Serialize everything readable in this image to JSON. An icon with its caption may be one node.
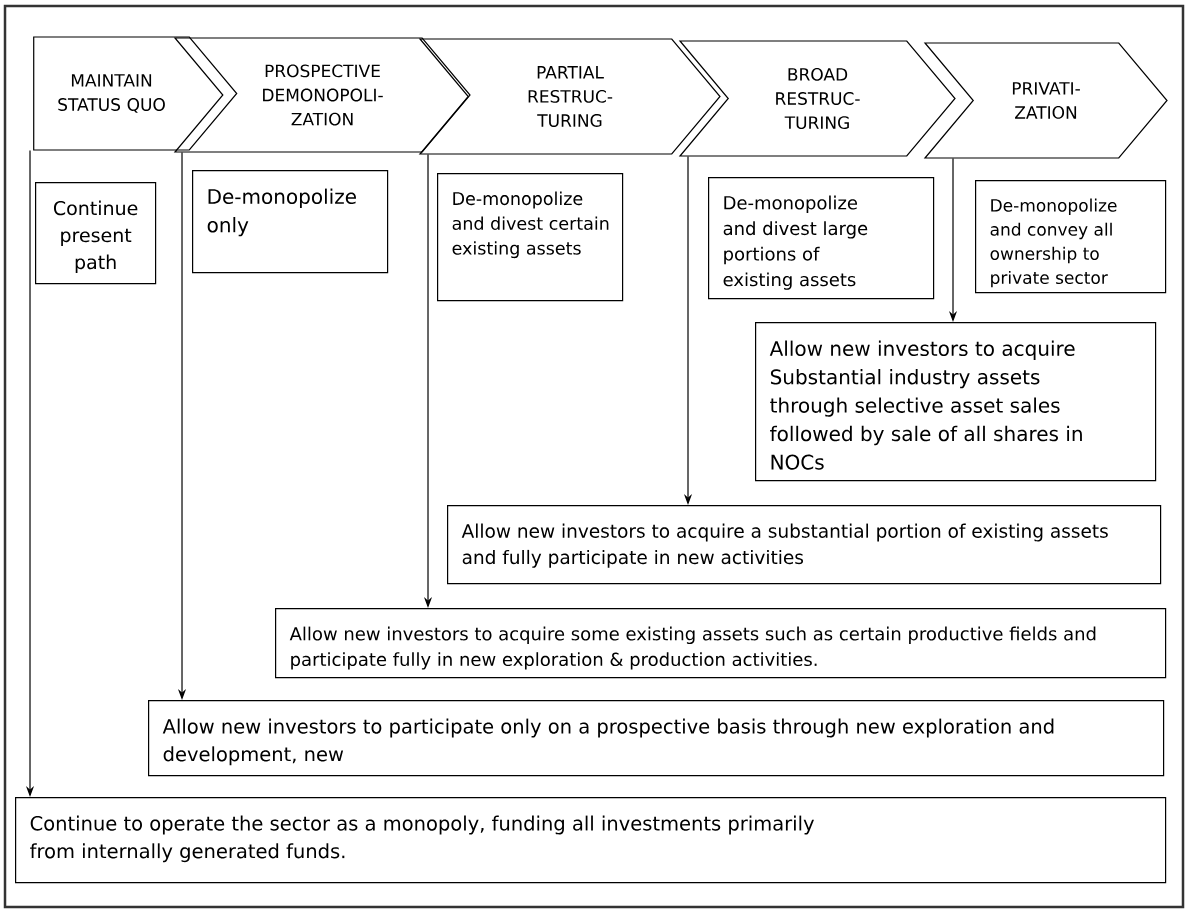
{
  "diagram": {
    "nodes": [
      {
        "text": [
          "MAINTAIN STATUS QUO"
        ]
      },
      {
        "text": [
          "PROSPECTIVE DEMONOPOLI- ZATION"
        ]
      },
      {
        "text": [
          "PARTIAL RESTRUC- TURING"
        ]
      },
      {
        "text": [
          "BROAD RESTRUC- TURING"
        ]
      },
      {
        "text": [
          "PRIVATI- ZATION"
        ]
      },
      {
        "text": [
          "Continue present path"
        ]
      },
      {
        "text": [
          "De-monopolize only"
        ]
      },
      {
        "text": [
          "De-monopolize and divest certain existing assets"
        ]
      },
      {
        "text": [
          "De-monopolize and divest large portions of existing assets"
        ]
      },
      {
        "text": [
          "De-monopolize and convey all ownership to private sector"
        ]
      },
      {
        "text": [
          "Allow new investors to acquire Substantial industry assets through selective asset sales followed by sale of all shares in NOCs"
        ]
      },
      {
        "text": [
          "Allow new investors to acquire a substantial portion of existing assets and fully participate in new activities"
        ]
      },
      {
        "text": [
          "Allow new investors to acquire some existing assets such as certain productive fields and participate fully in new exploration & production activities."
        ]
      },
      {
        "text": [
          "Allow new investors to participate only on a prospective basis through new exploration and development, new"
        ]
      },
      {
        "text": [
          "Continue to operate the sector as a monopoly, funding all investments primarily from internally generated funds."
        ]
      }
    ],
    "edges": [
      {
        "from": 0,
        "to": 14,
        "arrow": "to"
      },
      {
        "from": 1,
        "to": 13,
        "arrow": "to"
      },
      {
        "from": 2,
        "to": 12,
        "arrow": "to"
      },
      {
        "from": 3,
        "to": 11,
        "arrow": "to"
      },
      {
        "from": 4,
        "to": 10,
        "arrow": "to"
      }
    ]
  }
}
